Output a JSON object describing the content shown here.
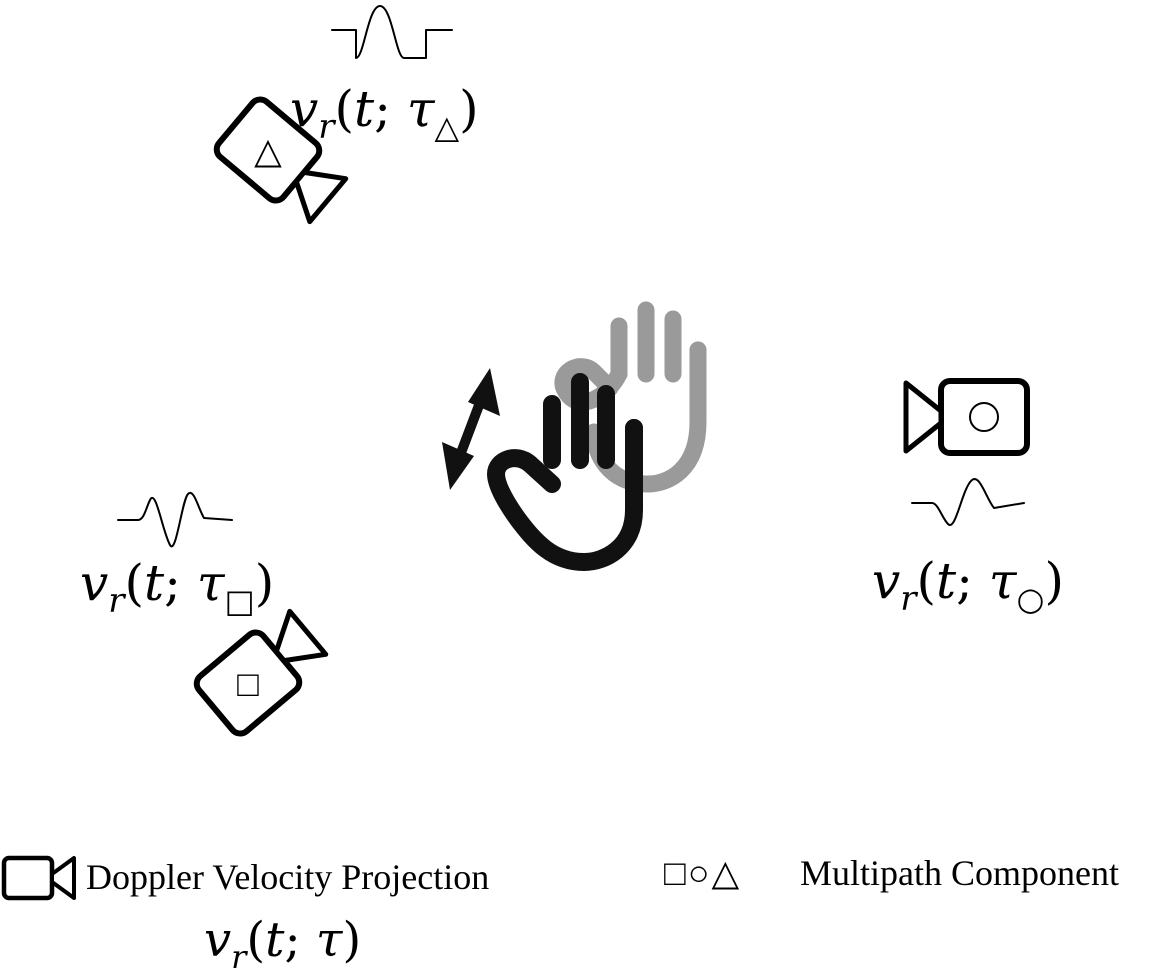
{
  "diagram": {
    "receivers": [
      {
        "id": "triangle",
        "symbol": "△",
        "label": {
          "base": "v",
          "sub": "r",
          "open": "(",
          "var": "t",
          "sep": "; ",
          "tau": "τ",
          "marker": "△",
          "close": ")"
        }
      },
      {
        "id": "circle",
        "symbol": "○",
        "label": {
          "base": "v",
          "sub": "r",
          "open": "(",
          "var": "t",
          "sep": "; ",
          "tau": "τ",
          "marker": "○",
          "close": ")"
        }
      },
      {
        "id": "square",
        "symbol": "□",
        "label": {
          "base": "v",
          "sub": "r",
          "open": "(",
          "var": "t",
          "sep": "; ",
          "tau": "τ",
          "marker": "□",
          "close": ")"
        }
      }
    ],
    "colors": {
      "hand_current": "#111111",
      "hand_previous": "#9a9a9a",
      "arrow": "#111111"
    }
  },
  "legend": {
    "camera_text": "Doppler Velocity Projection",
    "camera_formula": {
      "base": "v",
      "sub": "r",
      "open": "(",
      "var": "t",
      "sep": "; ",
      "tau": "τ",
      "close": ")"
    },
    "multipath_symbols": "□○△",
    "multipath_text": "Multipath Component"
  }
}
